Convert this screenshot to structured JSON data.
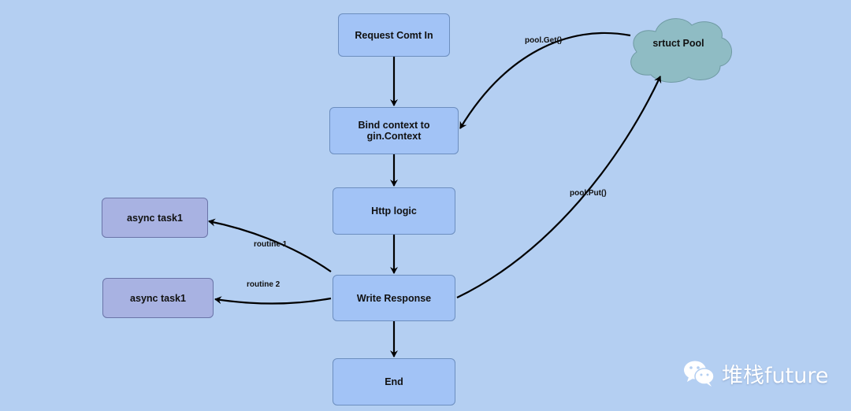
{
  "nodes": {
    "request": "Request Comt In",
    "bind_context": "Bind context to gin.Context",
    "http_logic": "Http logic",
    "write_response": "Write Response",
    "end": "End",
    "async_task_1": "async task1",
    "async_task_2": "async task1",
    "pool": "srtuct Pool"
  },
  "edges": {
    "pool_get": "pool.Get()",
    "pool_put": "pool.Put()",
    "routine_1": "routine 1",
    "routine_2": "routine 2"
  },
  "watermark": {
    "text": "堆栈future",
    "icon": "wechat-icon"
  },
  "colors": {
    "background": "#b4cff2",
    "flow_node": "#a2c3f6",
    "task_node": "#a8b2e2",
    "cloud": "#8fbcc4"
  }
}
